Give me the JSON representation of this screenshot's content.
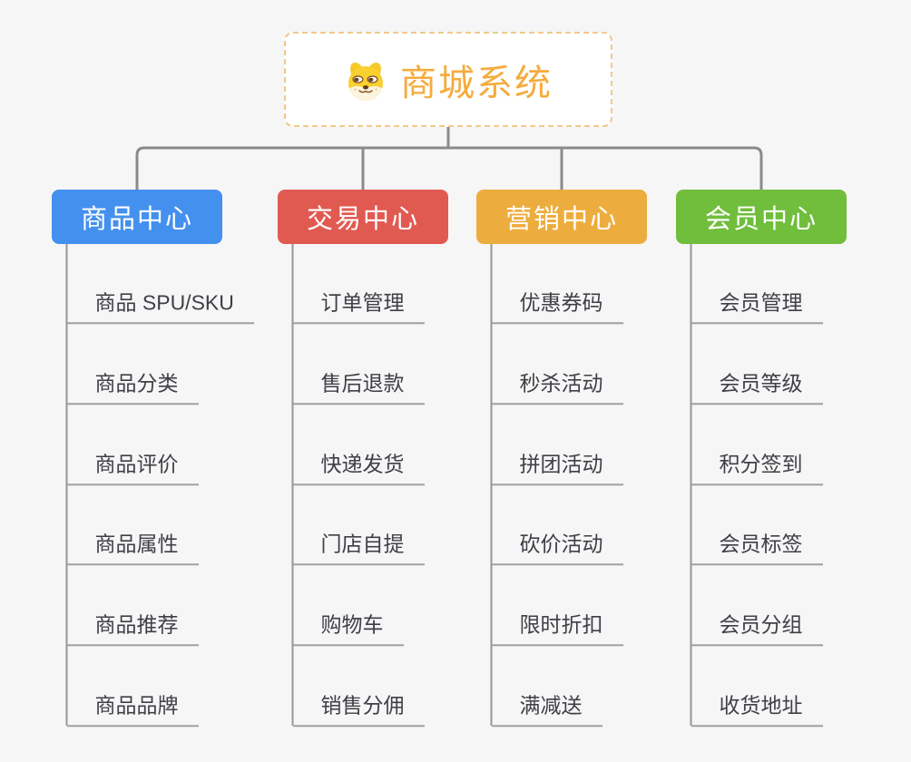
{
  "app": {
    "background_color": "#f6f6f6",
    "connector_color": "#8a8a8a",
    "underline_color": "#a0a0a0"
  },
  "root": {
    "label": "商城系统",
    "icon": "dog-face-icon",
    "text_color": "#f5ab3d",
    "border_color": "#f2c88a"
  },
  "branches": [
    {
      "name": "product-center",
      "label": "商品中心",
      "color": "#4490ee",
      "children": [
        "商品 SPU/SKU",
        "商品分类",
        "商品评价",
        "商品属性",
        "商品推荐",
        "商品品牌"
      ]
    },
    {
      "name": "trade-center",
      "label": "交易中心",
      "color": "#e15a52",
      "children": [
        "订单管理",
        "售后退款",
        "快递发货",
        "门店自提",
        "购物车",
        "销售分佣"
      ]
    },
    {
      "name": "marketing-center",
      "label": "营销中心",
      "color": "#edad3e",
      "children": [
        "优惠券码",
        "秒杀活动",
        "拼团活动",
        "砍价活动",
        "限时折扣",
        "满减送"
      ]
    },
    {
      "name": "member-center",
      "label": "会员中心",
      "color": "#70be3c",
      "children": [
        "会员管理",
        "会员等级",
        "积分签到",
        "会员标签",
        "会员分组",
        "收货地址"
      ]
    }
  ]
}
